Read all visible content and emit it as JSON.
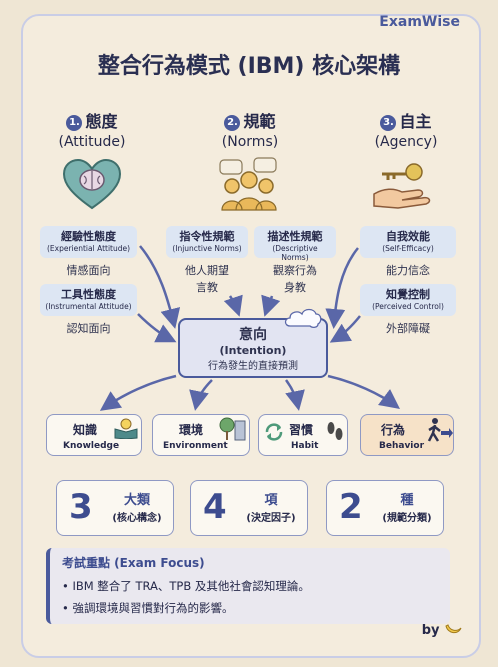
{
  "brand": "ExamWise",
  "title": "整合行為模式 (IBM) 核心架構",
  "columns": [
    {
      "num": "1.",
      "title": "態度",
      "en": "(Attitude)"
    },
    {
      "num": "2.",
      "title": "規範",
      "en": "(Norms)"
    },
    {
      "num": "3.",
      "title": "自主",
      "en": "(Agency)"
    }
  ],
  "attitude": {
    "experiential": {
      "zh": "經驗性態度",
      "en": "(Experiential Attitude)",
      "desc": "情感面向"
    },
    "instrumental": {
      "zh": "工具性態度",
      "en": "(Instrumental Attitude)",
      "desc": "認知面向"
    }
  },
  "norms": {
    "injunctive": {
      "zh": "指令性規範",
      "en": "(Injunctive Norms)",
      "desc1": "他人期望",
      "desc2": "言教"
    },
    "descriptive": {
      "zh": "描述性規範",
      "en": "(Descriptive Norms)",
      "desc1": "觀察行為",
      "desc2": "身教"
    }
  },
  "agency": {
    "efficacy": {
      "zh": "自我效能",
      "en": "(Self-Efficacy)",
      "desc": "能力信念"
    },
    "control": {
      "zh": "知覺控制",
      "en": "(Perceived Control)",
      "desc": "外部障礙"
    }
  },
  "intention": {
    "zh": "意向",
    "en": "(Intention)",
    "desc": "行為發生的直接預測"
  },
  "components": [
    {
      "zh": "知識",
      "en": "Knowledge"
    },
    {
      "zh": "環境",
      "en": "Environment"
    },
    {
      "zh": "習慣",
      "en": "Habit"
    },
    {
      "zh": "行為",
      "en": "Behavior"
    }
  ],
  "stats": [
    {
      "n": "3",
      "unit": "大類",
      "desc": "(核心構念)"
    },
    {
      "n": "4",
      "unit": "項",
      "desc": "(決定因子)"
    },
    {
      "n": "2",
      "unit": "種",
      "desc": "(規範分類)"
    }
  ],
  "focus": {
    "heading": "考試重點 (Exam Focus)",
    "items": [
      "IBM 整合了 TRA、TPB 及其他社會認知理論。",
      "強調環境與習慣對行為的影響。"
    ]
  },
  "footer": "by",
  "colors": {
    "accent": "#4a5a9c",
    "behavior": "#f6e2c8",
    "tag": "#dde6f3",
    "background": "#efe6d4"
  }
}
